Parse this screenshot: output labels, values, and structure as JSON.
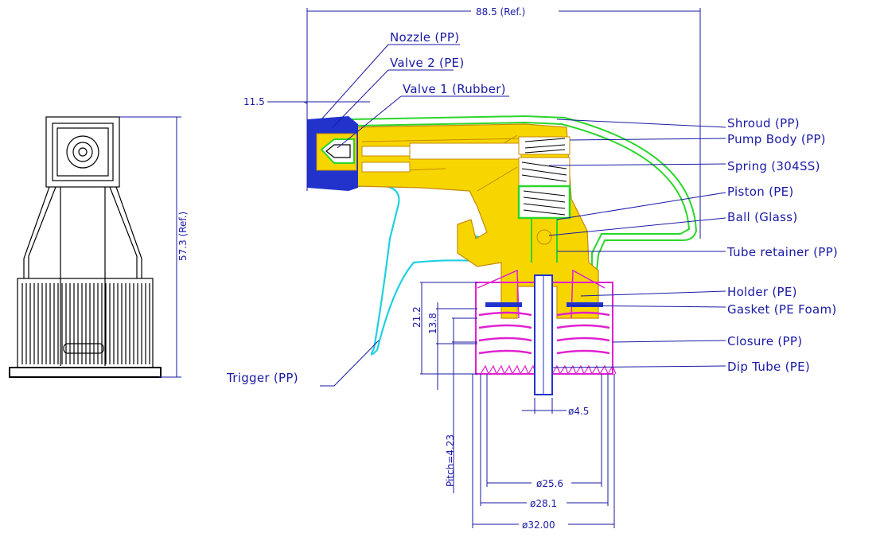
{
  "labels": {
    "nozzle": "Nozzle (PP)",
    "valve2": "Valve 2 (PE)",
    "valve1": "Valve 1 (Rubber)",
    "shroud": "Shroud (PP)",
    "pump_body": "Pump Body (PP)",
    "spring": "Spring (304SS)",
    "piston": "Piston (PE)",
    "ball": "Ball (Glass)",
    "tube_retainer": "Tube retainer (PP)",
    "holder": "Holder (PE)",
    "gasket": "Gasket (PE Foam)",
    "closure": "Closure (PP)",
    "dip_tube": "Dip Tube (PE)",
    "trigger": "Trigger (PP)"
  },
  "dimensions": {
    "overall_width": "88.5 (Ref.)",
    "nozzle_offset": "11.5",
    "height": "57.3 (Ref.)",
    "closure_height": "21.2",
    "thread_height": "13.8",
    "pitch": "Pitch=4.23",
    "dip_tube_dia": "ø4.5",
    "inner_dia": "ø25.6",
    "thread_dia": "ø28.1",
    "outer_dia": "ø32.00"
  },
  "colors": {
    "annotation": "#1a1aa6",
    "pump_body": "#f7d600",
    "shroud": "#2bd62b",
    "nozzle": "#2233cc",
    "closure": "#e020d0",
    "trigger": "#20d0e0"
  }
}
